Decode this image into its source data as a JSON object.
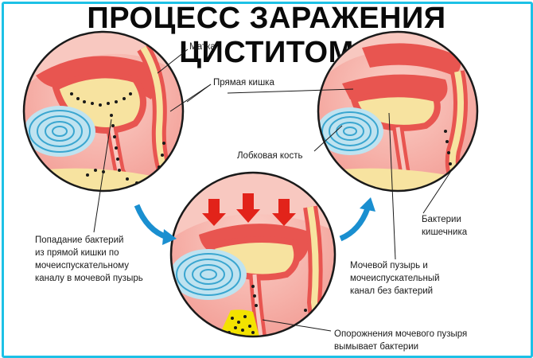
{
  "title": "ПРОЦЕСС ЗАРАЖЕНИЯ ЦИСТИТОМ",
  "labels": {
    "uterus": "Матка",
    "rectum": "Прямая кишка",
    "pubic_bone": "Лобковая кость",
    "intestinal_bacteria": "Бактерии\nкишечника",
    "bacteria_entry": "Попадание бактерий\nиз прямой кишки по\nмочеиспускательному\nканалу в мочевой пузырь",
    "clean_bladder": "Мочевой пузырь и\nмочеиспускательный\nканал без бактерий",
    "flush": "Опорожнения мочевого пузыря\nвымывает бактерии"
  },
  "colors": {
    "frame": "#1dc1e6",
    "arrow_flow": "#1a8fd0",
    "pressure_arrow": "#e2231a",
    "tissue_pink": "#f5a3a0",
    "tissue_red": "#e85550",
    "fat_yellow": "#f7e3a0",
    "bone_blue": "#7fcbe6",
    "bacteria": "#1a1a1a",
    "urine": "#f3e200"
  }
}
